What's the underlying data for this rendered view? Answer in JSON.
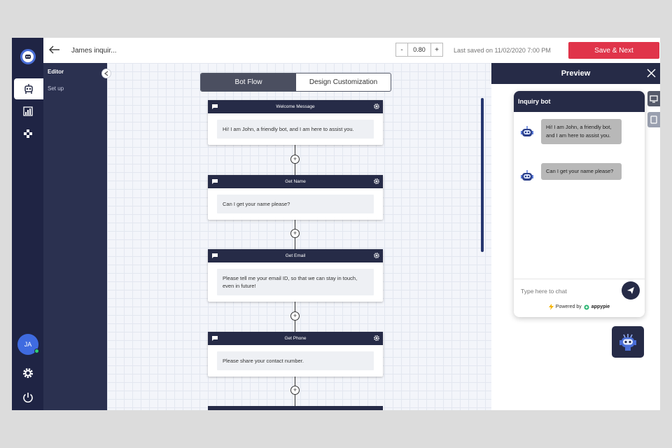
{
  "topbar": {
    "project_title": "James inquir...",
    "zoom_minus": "-",
    "zoom_value": "0.80",
    "zoom_plus": "+",
    "last_saved": "Last saved on 11/02/2020 7:00 PM",
    "save_label": "Save & Next"
  },
  "sidebar": {
    "user_initials": "JA",
    "icons": [
      "bot-icon",
      "analytics-icon",
      "integrations-icon",
      "settings-icon",
      "power-icon"
    ]
  },
  "subnav": {
    "items": [
      {
        "label": "Editor",
        "active": true
      },
      {
        "label": "Set up",
        "active": false
      }
    ]
  },
  "canvas": {
    "tabs": [
      {
        "label": "Bot Flow",
        "active": true
      },
      {
        "label": "Design Customization",
        "active": false
      }
    ],
    "nodes": [
      {
        "title": "Welcome Message",
        "text": "Hi! I am John, a friendly bot, and I am here to assist you."
      },
      {
        "title": "Get Name",
        "text": "Can I get your name please?"
      },
      {
        "title": "Get Email",
        "text": "Please tell me your email ID, so that we can stay in touch, even in future!"
      },
      {
        "title": "Get Phone",
        "text": "Please share your contact number."
      }
    ],
    "add_symbol": "+"
  },
  "preview": {
    "title": "Preview",
    "bot_name": "Inquiry bot",
    "messages": [
      "Hi! I am John, a friendly bot, and I am here to assist you.",
      "Can I get your name please?"
    ],
    "input_placeholder": "Type here to chat",
    "powered_by": "Powered by",
    "brand": "appypie"
  },
  "colors": {
    "navy": "#262b47",
    "rail": "#1f2444",
    "accent_red": "#e0344a",
    "avatar_blue": "#3f6be0",
    "bubble_grey": "#b8b8b8"
  }
}
